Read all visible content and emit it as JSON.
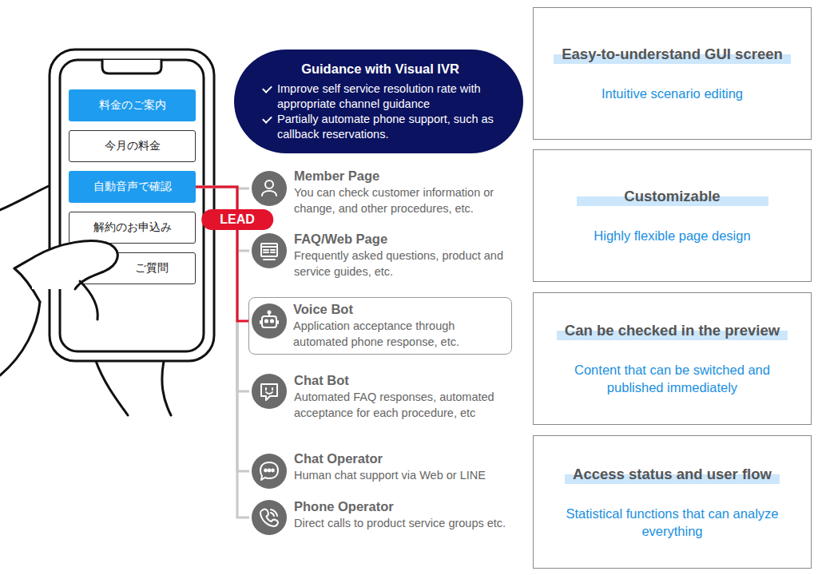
{
  "diagram": {
    "nodes": [
      {
        "text": [
          "料金のご案内"
        ]
      },
      {
        "text": [
          "今月の料金"
        ]
      },
      {
        "text": [
          "自動音声で確認"
        ]
      },
      {
        "text": [
          "解約のお申込み"
        ]
      },
      {
        "text": [
          "ご質問"
        ]
      },
      {
        "text": [
          "Guidance with Visual IVR",
          "Improve self service resolution rate with appropriate channel guidance",
          "Partially automate phone support, such as callback reservations."
        ]
      },
      {
        "text": [
          "Member Page",
          "You can check customer information or change, and other procedures, etc."
        ]
      },
      {
        "text": [
          "FAQ/Web Page",
          "Frequently asked questions, product and service guides, etc."
        ]
      },
      {
        "text": [
          "Voice Bot",
          "Application acceptance through automated phone response, etc."
        ]
      },
      {
        "text": [
          "Chat Bot",
          "Automated FAQ responses, automated acceptance for each procedure, etc"
        ]
      },
      {
        "text": [
          "Chat Operator",
          "Human chat support via Web or LINE"
        ]
      },
      {
        "text": [
          "Phone Operator",
          "Direct calls to product service groups etc."
        ]
      },
      {
        "text": [
          "Easy-to-understand GUI screen",
          "Intuitive scenario editing"
        ]
      },
      {
        "text": [
          "Customizable",
          "Highly flexible page design"
        ]
      },
      {
        "text": [
          "Can be checked in the preview",
          "Content that can be switched and published immediately"
        ]
      },
      {
        "text": [
          "Access status and user flow",
          "Statistical functions that can analyze everything"
        ]
      }
    ],
    "edges": [
      {
        "from": 2,
        "to": 6,
        "arrow": "none"
      },
      {
        "from": 2,
        "to": 7,
        "arrow": "none"
      },
      {
        "from": 2,
        "to": 8,
        "label": "LEAD",
        "arrow": "none"
      },
      {
        "from": 2,
        "to": 9,
        "arrow": "none"
      },
      {
        "from": 2,
        "to": 10,
        "arrow": "none"
      },
      {
        "from": 2,
        "to": 11,
        "arrow": "none"
      }
    ]
  }
}
